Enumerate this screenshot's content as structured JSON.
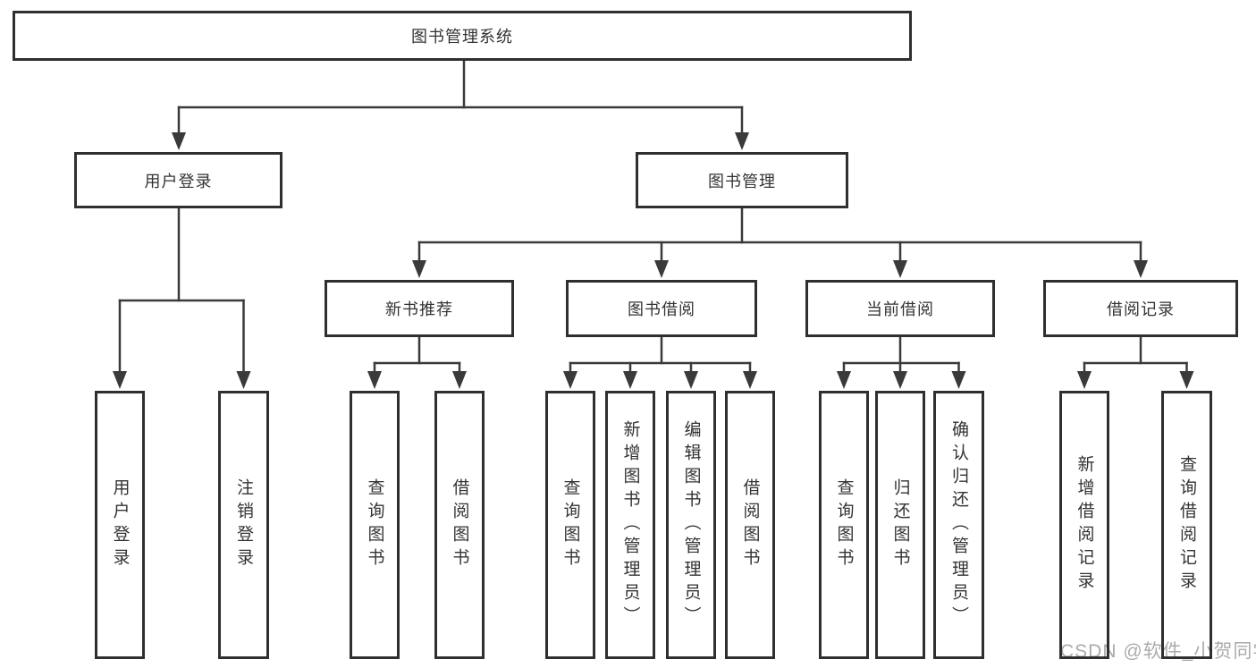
{
  "diagram": {
    "root": {
      "label": "图书管理系统"
    },
    "branches": [
      {
        "label": "用户登录",
        "children": [
          {
            "label": "用户登录"
          },
          {
            "label": "注销登录"
          }
        ]
      },
      {
        "label": "图书管理",
        "children": [
          {
            "label": "新书推荐",
            "children": [
              {
                "label": "查询图书"
              },
              {
                "label": "借阅图书"
              }
            ]
          },
          {
            "label": "图书借阅",
            "children": [
              {
                "label": "查询图书"
              },
              {
                "label": "新增图书（管理员）"
              },
              {
                "label": "编辑图书（管理员）"
              },
              {
                "label": "借阅图书"
              }
            ]
          },
          {
            "label": "当前借阅",
            "children": [
              {
                "label": "查询图书"
              },
              {
                "label": "归还图书"
              },
              {
                "label": "确认归还（管理员）"
              }
            ]
          },
          {
            "label": "借阅记录",
            "children": [
              {
                "label": "新增借阅记录"
              },
              {
                "label": "查询借阅记录"
              }
            ]
          }
        ]
      }
    ]
  },
  "colors": {
    "line": "#3a3a3a",
    "box_border": "#2f2f2f",
    "box_fill": "#ffffff",
    "text": "#333333",
    "watermark": "#ababab"
  },
  "watermark": {
    "text": "CSDN @软件_小贺同学"
  }
}
